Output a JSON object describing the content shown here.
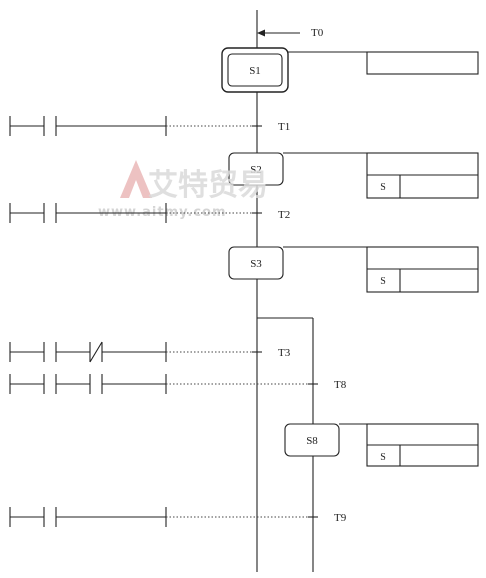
{
  "labels": {
    "t0": "T0",
    "t1": "T1",
    "t2": "T2",
    "t3": "T3",
    "t8": "T8",
    "t9": "T9"
  },
  "steps": {
    "s1": "S1",
    "s2": "S2",
    "s3": "S3",
    "s8": "S8"
  },
  "action_qualifier": "S",
  "watermark": {
    "text": "艾特贸易",
    "url": "www.aitmy.com"
  }
}
